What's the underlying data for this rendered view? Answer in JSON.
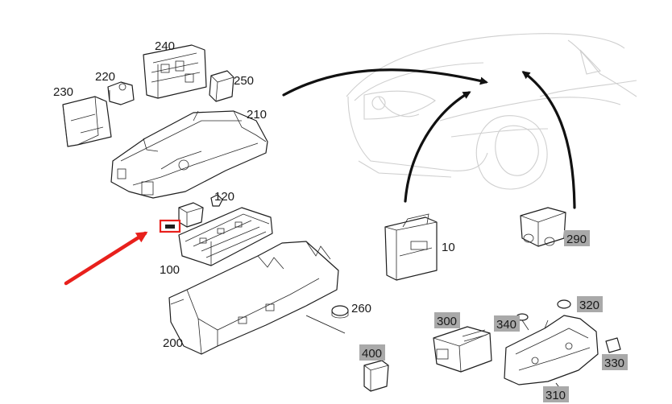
{
  "colors": {
    "highlight_bg": "#a9a9a9",
    "pointer_arrow": "#e8201c",
    "car_outline": "#cfcfcf",
    "line": "#1e1e1e"
  },
  "callouts": [
    {
      "id": "230",
      "text": "230",
      "highlighted": false
    },
    {
      "id": "220",
      "text": "220",
      "highlighted": false
    },
    {
      "id": "240",
      "text": "240",
      "highlighted": false
    },
    {
      "id": "250",
      "text": "250",
      "highlighted": false
    },
    {
      "id": "210",
      "text": "210",
      "highlighted": false
    },
    {
      "id": "120",
      "text": "120",
      "highlighted": false
    },
    {
      "id": "100",
      "text": "100",
      "highlighted": false
    },
    {
      "id": "200",
      "text": "200",
      "highlighted": false
    },
    {
      "id": "260",
      "text": "260",
      "highlighted": false
    },
    {
      "id": "10",
      "text": "10",
      "highlighted": false
    },
    {
      "id": "290",
      "text": "290",
      "highlighted": true
    },
    {
      "id": "300",
      "text": "300",
      "highlighted": true
    },
    {
      "id": "340",
      "text": "340",
      "highlighted": true
    },
    {
      "id": "320",
      "text": "320",
      "highlighted": true
    },
    {
      "id": "330",
      "text": "330",
      "highlighted": true
    },
    {
      "id": "310",
      "text": "310",
      "highlighted": true
    },
    {
      "id": "400",
      "text": "400",
      "highlighted": true
    }
  ],
  "icons": {
    "pointer": "red-arrow-icon",
    "flow_arrows": "curved-arrow-icon",
    "marker": "red-box-marker-icon"
  }
}
